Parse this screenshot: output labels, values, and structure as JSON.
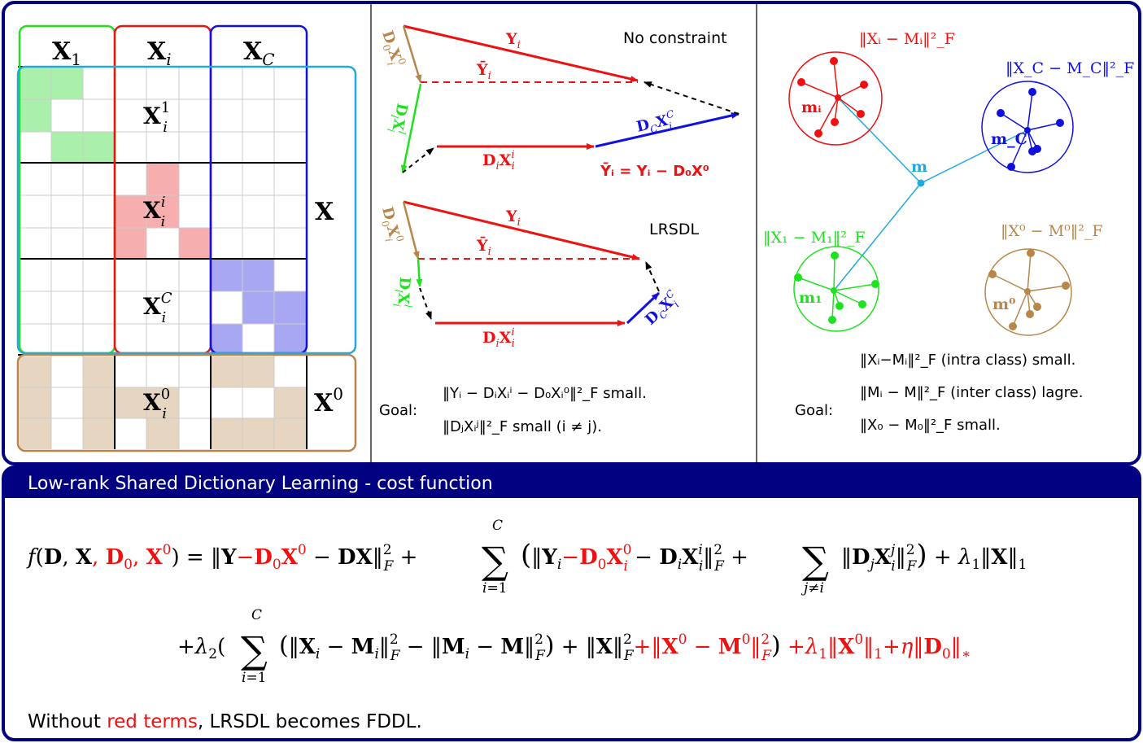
{
  "colors": {
    "navy": "#000080",
    "green": "#1fe21f",
    "red": "#ee1111",
    "blue": "#1111dd",
    "cyan": "#22aadd",
    "brown": "#b8864a",
    "light_green": "#aaf0aa",
    "light_red": "#f7aeae",
    "light_blue": "#a8a8f2",
    "light_brown": "#e6d5c1",
    "grid": "#cccccc"
  },
  "panel1": {
    "col_x1": "X",
    "col_x1_sub": "1",
    "col_xi": "X",
    "col_xi_sub": "i",
    "col_xc": "X",
    "col_xc_sub": "C",
    "block_base": "X",
    "block_1_sup": "1",
    "block_i_sup": "i",
    "block_c_sup": "C",
    "block_0_sup": "0",
    "block_sub": "i",
    "label_x": "X",
    "label_x0": "X",
    "label_x0_sup": "0"
  },
  "panel2": {
    "no_constraint": "No constraint",
    "lrsdl": "LRSDL",
    "ybar_def": "Ȳᵢ = Yᵢ − D₀X⁰",
    "goal_label": "Goal:",
    "goal_line1": "‖Yᵢ − DᵢXᵢⁱ − D₀Xᵢ⁰‖²_F small.",
    "goal_line2": "‖DⱼXᵢʲ‖²_F small (i ≠ j)."
  },
  "panel3": {
    "xi_mi": "‖Xᵢ − Mᵢ‖²_F",
    "xc_mc": "‖X_C − M_C‖²_F",
    "x1_m1": "‖X₁ − M₁‖²_F",
    "x0_m0": "‖X⁰ − M⁰‖²_F",
    "m": "m",
    "mi": "mᵢ",
    "mc": "m_C",
    "m1": "m₁",
    "m0": "m⁰",
    "goal_label": "Goal:",
    "goal_line1": "‖Xᵢ−Mᵢ‖²_F (intra class) small.",
    "goal_line2": "‖Mᵢ − M‖²_F (inter class) lagre.",
    "goal_line3": "‖X₀ − M₀‖²_F small."
  },
  "bottom": {
    "title": "Low-rank Shared Dictionary Learning - cost function",
    "footer_prefix": "Without ",
    "footer_red": "red terms",
    "footer_suffix": ", LRSDL becomes FDDL."
  }
}
